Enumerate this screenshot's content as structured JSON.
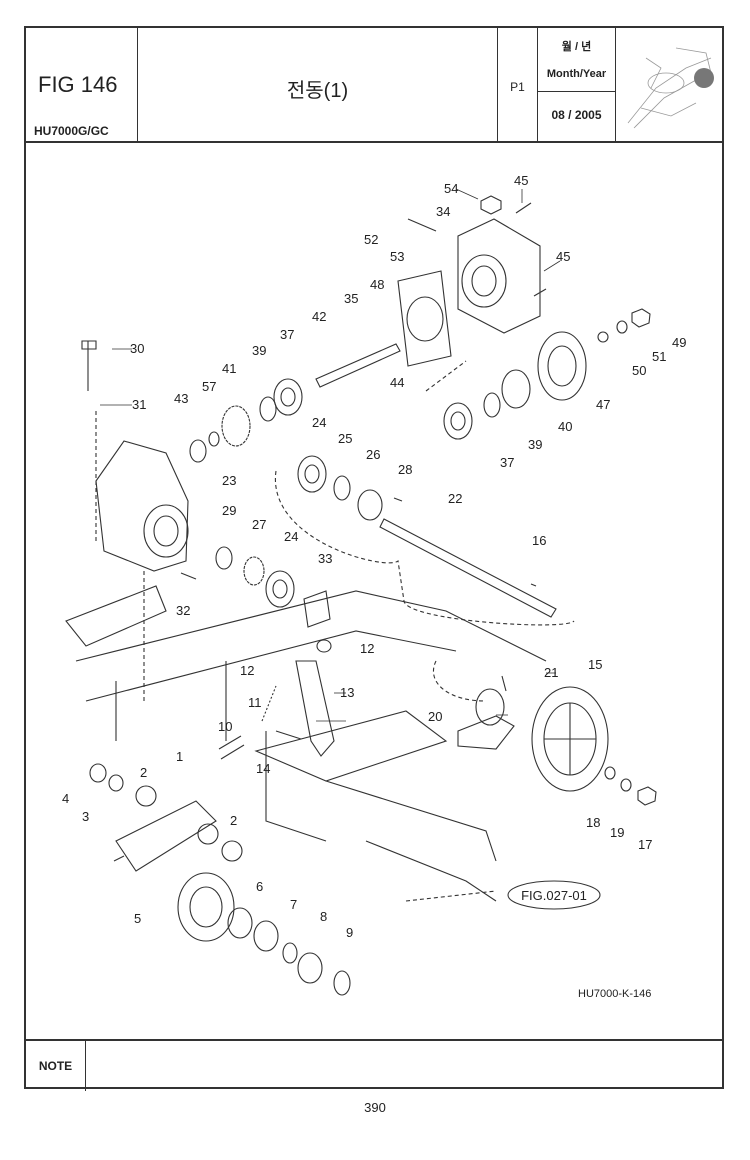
{
  "header": {
    "fig_no": "FIG 146",
    "model": "HU7000G/GC",
    "title": "전동(1)",
    "page_code": "P1",
    "month_year_ko": "월 / 년",
    "month_year_en": "Month/Year",
    "date": "08 / 2005"
  },
  "drawing": {
    "ref_label": "FIG.027-01",
    "drawing_code": "HU7000-K-146",
    "callouts": [
      "54",
      "45",
      "34",
      "52",
      "53",
      "45",
      "48",
      "42",
      "35",
      "37",
      "39",
      "41",
      "57",
      "43",
      "30",
      "31",
      "44",
      "49",
      "51",
      "50",
      "47",
      "40",
      "39",
      "37",
      "24",
      "25",
      "26",
      "28",
      "22",
      "23",
      "29",
      "27",
      "24",
      "33",
      "16",
      "32",
      "12",
      "12",
      "13",
      "11",
      "10",
      "14",
      "21",
      "15",
      "20",
      "4",
      "3",
      "2",
      "1",
      "2",
      "5",
      "6",
      "7",
      "8",
      "9",
      "18",
      "19",
      "17"
    ]
  },
  "note": {
    "label": "NOTE"
  },
  "page_number": "390"
}
